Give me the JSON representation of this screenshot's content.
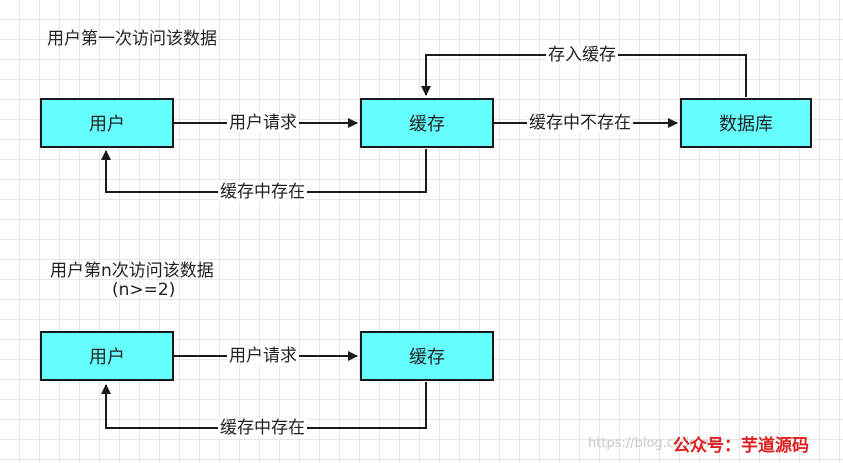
{
  "diagram1": {
    "title": "用户第一次访问该数据",
    "nodes": {
      "user": "用户",
      "cache": "缓存",
      "db": "数据库"
    },
    "edges": {
      "request": "用户请求",
      "cache_miss": "缓存中不存在",
      "store_cache": "存入缓存",
      "cache_hit": "缓存中存在"
    }
  },
  "diagram2": {
    "title": "用户第n次访问该数据",
    "subtitle": "(n>=2)",
    "nodes": {
      "user": "用户",
      "cache": "缓存"
    },
    "edges": {
      "request": "用户请求",
      "cache_hit": "缓存中存在"
    }
  },
  "footer": {
    "watermark": "https://blog.csdn.net",
    "brand": "公众号：芋道源码"
  },
  "colors": {
    "node_fill": "#66ffff",
    "stroke": "#1a1a1a",
    "brand": "#e02020"
  }
}
